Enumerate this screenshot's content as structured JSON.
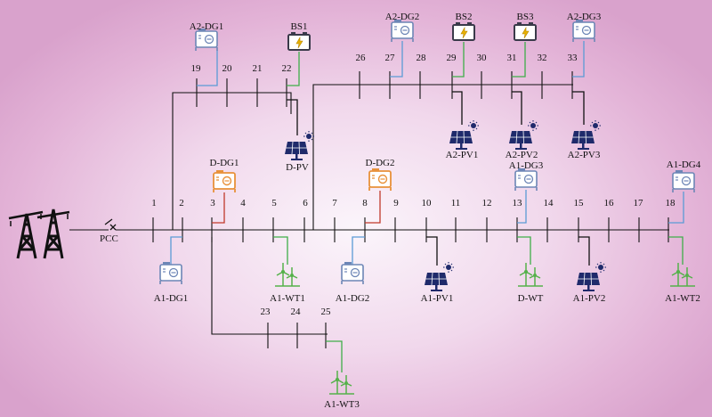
{
  "grid": {
    "label": "PCC"
  },
  "colors": {
    "line": "#111111",
    "dg_link": "#5b9bd5",
    "bs_link": "#3fae49",
    "wt_link": "#3fae49",
    "ddg_link": "#c0392b",
    "dg_icon": "#6d86b6",
    "ddg_icon": "#e8913a",
    "pv_icon": "#1f2a6b",
    "wt_icon": "#55b14a",
    "bs_icon": "#3a3a4a"
  },
  "nodes": [
    "1",
    "2",
    "3",
    "4",
    "5",
    "6",
    "7",
    "8",
    "9",
    "10",
    "11",
    "12",
    "13",
    "14",
    "15",
    "16",
    "17",
    "18",
    "19",
    "20",
    "21",
    "22",
    "23",
    "24",
    "25",
    "26",
    "27",
    "28",
    "29",
    "30",
    "31",
    "32",
    "33"
  ],
  "devices": [
    {
      "id": "a2dg1",
      "label": "A2-DG1",
      "type": "dg"
    },
    {
      "id": "bs1",
      "label": "BS1",
      "type": "bs"
    },
    {
      "id": "a2dg2",
      "label": "A2-DG2",
      "type": "dg"
    },
    {
      "id": "bs2",
      "label": "BS2",
      "type": "bs"
    },
    {
      "id": "bs3",
      "label": "BS3",
      "type": "bs"
    },
    {
      "id": "a2dg3",
      "label": "A2-DG3",
      "type": "dg"
    },
    {
      "id": "dpv",
      "label": "D-PV",
      "type": "pv"
    },
    {
      "id": "a2pv1",
      "label": "A2-PV1",
      "type": "pv"
    },
    {
      "id": "a2pv2",
      "label": "A2-PV2",
      "type": "pv"
    },
    {
      "id": "a2pv3",
      "label": "A2-PV3",
      "type": "pv"
    },
    {
      "id": "ddg1",
      "label": "D-DG1",
      "type": "ddg"
    },
    {
      "id": "ddg2",
      "label": "D-DG2",
      "type": "ddg"
    },
    {
      "id": "a1dg3",
      "label": "A1-DG3",
      "type": "dg"
    },
    {
      "id": "a1dg4",
      "label": "A1-DG4",
      "type": "dg"
    },
    {
      "id": "a1dg1",
      "label": "A1-DG1",
      "type": "dg"
    },
    {
      "id": "a1wt1",
      "label": "A1-WT1",
      "type": "wt"
    },
    {
      "id": "a1dg2",
      "label": "A1-DG2",
      "type": "dg"
    },
    {
      "id": "a1pv1",
      "label": "A1-PV1",
      "type": "pv"
    },
    {
      "id": "dwt",
      "label": "D-WT",
      "type": "wt"
    },
    {
      "id": "a1pv2",
      "label": "A1-PV2",
      "type": "pv"
    },
    {
      "id": "a1wt2",
      "label": "A1-WT2",
      "type": "wt"
    },
    {
      "id": "a1wt3",
      "label": "A1-WT3",
      "type": "wt"
    }
  ]
}
